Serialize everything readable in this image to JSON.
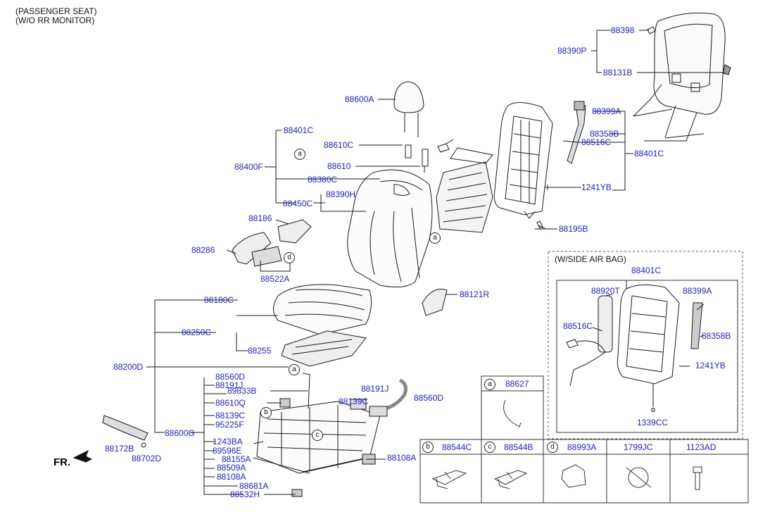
{
  "header": {
    "line1": "(PASSENGER SEAT)",
    "line2": "(W/O RR MONITOR)"
  },
  "front_marker": "FR.",
  "callouts": {
    "c88398": "88398",
    "c88390P": "88390P",
    "c88131B": "88131B",
    "c88600A": "88600A",
    "c88399A": "88399A",
    "c88358B": "88358B",
    "c88516C": "88516C",
    "c88401C_r": "88401C",
    "c1241YB": "1241YB",
    "c88195B": "88195B",
    "c88401C_l": "88401C",
    "c88610C": "88610C",
    "c88400F": "88400F",
    "c88610": "88610",
    "c88380C": "88380C",
    "c88390H": "88390H",
    "c88450C": "88450C",
    "c88186": "88186",
    "c88286": "88286",
    "c88522A": "88522A",
    "c88121R": "88121R",
    "c88180C": "88180C",
    "c88250C": "88250C",
    "c88255": "88255",
    "c88200D": "88200D",
    "c88560D_a": "88560D",
    "c88191J_a": "88191J",
    "c89833B": "89833B",
    "c88610Q": "88610Q",
    "c88139C_a": "88139C",
    "c95225F": "95225F",
    "c88600G": "88600G",
    "c1243BA": "1243BA",
    "c89596E": "89596E",
    "c88155A": "88155A",
    "c88509A": "88509A",
    "c88108A_a": "88108A",
    "c88681A": "88681A",
    "c88532H": "88532H",
    "c88191J_b": "88191J",
    "c88139C_b": "88139C",
    "c88560D_b": "88560D",
    "c88108A_b": "88108A",
    "c88172B": "88172B",
    "c88702D": "88702D"
  },
  "circle_refs": {
    "a1": "a",
    "a2": "a",
    "a3": "a",
    "b1": "b",
    "c1": "c",
    "d1": "d"
  },
  "airbag_box": {
    "title": "(W/SIDE AIR BAG)",
    "c88401C": "88401C",
    "c88920T": "88920T",
    "c88399A": "88399A",
    "c88516C": "88516C",
    "c88358B": "88358B",
    "c1241YB": "1241YB",
    "c1339CC": "1339CC"
  },
  "parts_table": {
    "top": {
      "key": "a",
      "part": "88627"
    },
    "columns": [
      {
        "key": "b",
        "part": "88544C"
      },
      {
        "key": "c",
        "part": "88544B"
      },
      {
        "key": "d",
        "part": "88993A"
      },
      {
        "key": "",
        "part": "1799JC"
      },
      {
        "key": "",
        "part": "1123AD"
      }
    ]
  }
}
